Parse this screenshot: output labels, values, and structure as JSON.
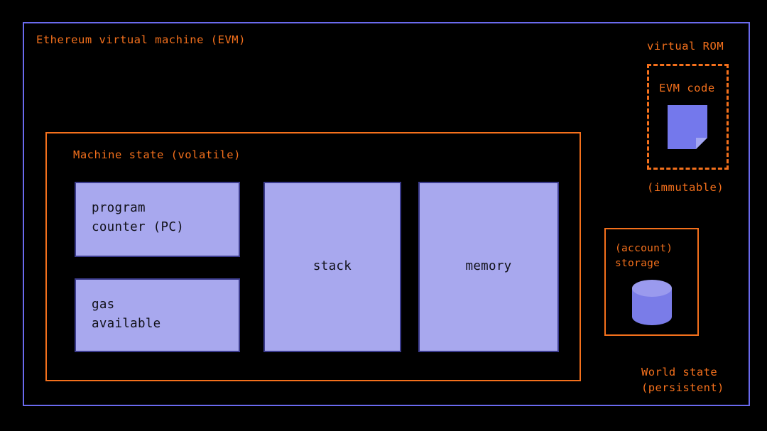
{
  "diagram": {
    "title": "Ethereum virtual machine (EVM)",
    "colors": {
      "background": "#000000",
      "accent_orange": "#f4701c",
      "frame_periwinkle": "#6a6aee",
      "box_fill": "#a8a8ee",
      "box_border": "#3b3b8c",
      "icon_blue": "#7478ec",
      "icon_blue_light": "#a3a6f2"
    },
    "evm": {
      "title": "Ethereum virtual machine (EVM)",
      "machine_state": {
        "title": "Machine state (volatile)",
        "boxes": [
          {
            "name": "program-counter",
            "label": "program\ncounter (PC)",
            "align": "left"
          },
          {
            "name": "gas-available",
            "label": "gas\navailable",
            "align": "left"
          },
          {
            "name": "stack",
            "label": "stack",
            "align": "center"
          },
          {
            "name": "memory",
            "label": "memory",
            "align": "center"
          }
        ]
      }
    },
    "virtual_rom": {
      "label": "virtual ROM",
      "box_title": "EVM code",
      "icon": "document-icon",
      "footnote": "(immutable)"
    },
    "world_state": {
      "storage_title": "(account)\nstorage",
      "icon": "database-cylinder-icon",
      "footnote": "World state\n(persistent)"
    }
  }
}
